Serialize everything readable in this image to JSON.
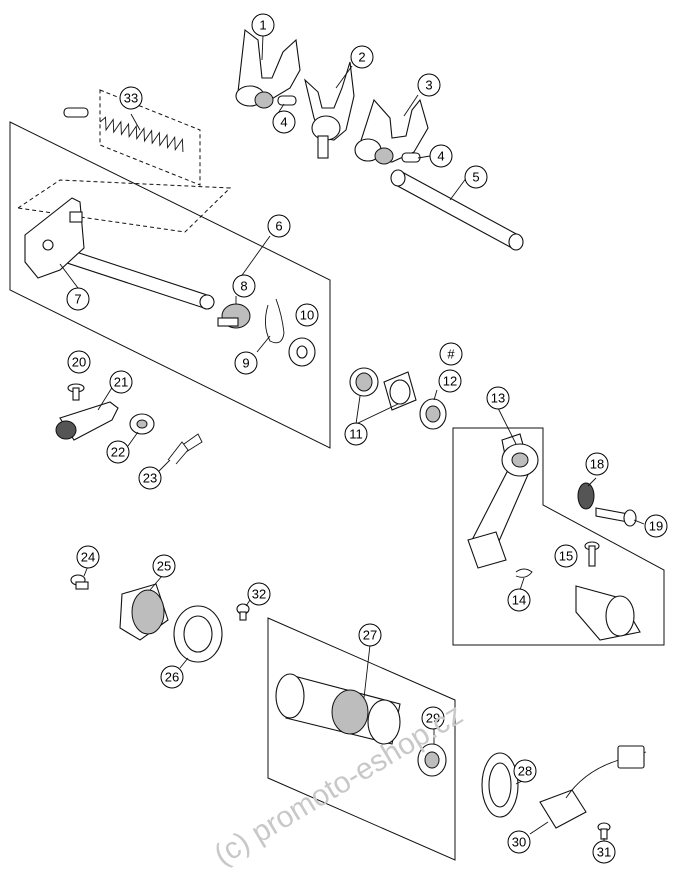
{
  "watermark": "(c) promoto-eshop.cz",
  "callouts": [
    {
      "id": "c1",
      "label": "1"
    },
    {
      "id": "c2",
      "label": "2"
    },
    {
      "id": "c3",
      "label": "3"
    },
    {
      "id": "c4a",
      "label": "4"
    },
    {
      "id": "c4b",
      "label": "4"
    },
    {
      "id": "c5",
      "label": "5"
    },
    {
      "id": "c6",
      "label": "6"
    },
    {
      "id": "c7",
      "label": "7"
    },
    {
      "id": "c8",
      "label": "8"
    },
    {
      "id": "c9",
      "label": "9"
    },
    {
      "id": "c10",
      "label": "10"
    },
    {
      "id": "c11",
      "label": "11"
    },
    {
      "id": "c12",
      "label": "12"
    },
    {
      "id": "chash",
      "label": "#"
    },
    {
      "id": "c13",
      "label": "13"
    },
    {
      "id": "c14",
      "label": "14"
    },
    {
      "id": "c15",
      "label": "15"
    },
    {
      "id": "c18",
      "label": "18"
    },
    {
      "id": "c19",
      "label": "19"
    },
    {
      "id": "c20",
      "label": "20"
    },
    {
      "id": "c21",
      "label": "21"
    },
    {
      "id": "c22",
      "label": "22"
    },
    {
      "id": "c23",
      "label": "23"
    },
    {
      "id": "c24",
      "label": "24"
    },
    {
      "id": "c25",
      "label": "25"
    },
    {
      "id": "c26",
      "label": "26"
    },
    {
      "id": "c27",
      "label": "27"
    },
    {
      "id": "c28",
      "label": "28"
    },
    {
      "id": "c29",
      "label": "29"
    },
    {
      "id": "c30",
      "label": "30"
    },
    {
      "id": "c31",
      "label": "31"
    },
    {
      "id": "c32",
      "label": "32"
    },
    {
      "id": "c33",
      "label": "33"
    }
  ]
}
